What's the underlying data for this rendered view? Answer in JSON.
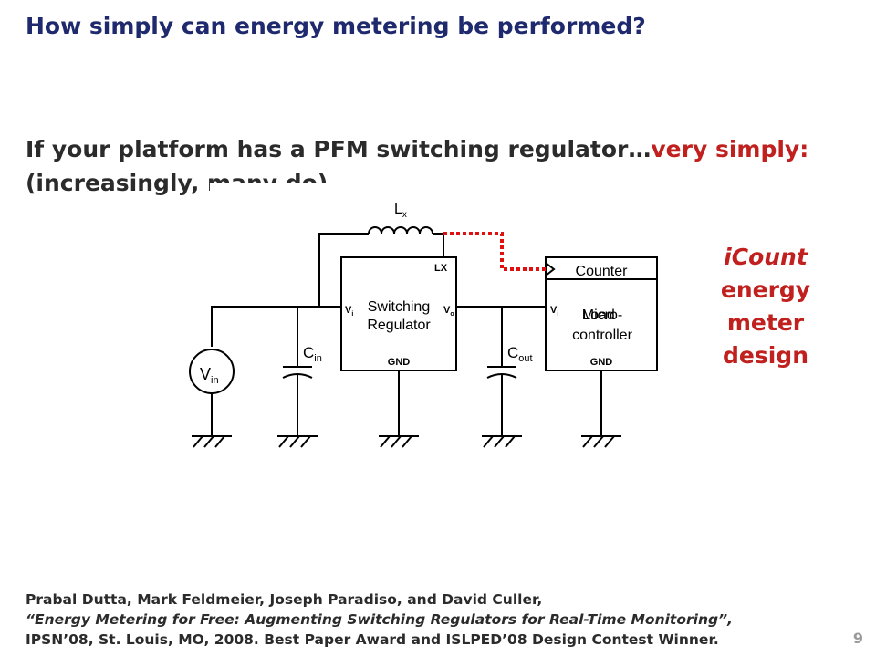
{
  "title": "How simply can energy metering be performed?",
  "lead": {
    "line1_plain": "If your platform has a PFM switching regulator…",
    "line1_accent": "very simply:",
    "line2": "(increasingly, many do)"
  },
  "side_note": {
    "line1": "iCount",
    "line2": "energy",
    "line3": "meter",
    "line4": "design"
  },
  "diagram": {
    "inductor": "L",
    "inductor_sub": "x",
    "source": "V",
    "source_sub": "in",
    "cap_in": "C",
    "cap_in_sub": "in",
    "cap_out": "C",
    "cap_out_sub": "out",
    "regulator_name_1": "Switching",
    "regulator_name_2": "Regulator",
    "reg_lx": "LX",
    "reg_vi": "V",
    "reg_vi_sub": "i",
    "reg_vo": "V",
    "reg_vo_sub": "o",
    "reg_gnd": "GND",
    "counter": "Counter",
    "mcu_name_1": "Micro-",
    "mcu_name_2": "controller",
    "mcu_overlay": "Load",
    "mcu_vi": "V",
    "mcu_vi_sub": "i",
    "mcu_gnd": "GND"
  },
  "citation": {
    "authors": "Prabal Dutta, Mark Feldmeier, Joseph Paradiso, and David Culler,",
    "paper": "“Energy Metering for Free: Augmenting Switching Regulators for Real-Time Monitoring”,",
    "venue": "IPSN’08, St. Louis, MO, 2008.  Best Paper Award and ISLPED’08 Design Contest Winner."
  },
  "page_number": "9",
  "colors": {
    "title": "#1f2a6e",
    "accent": "#c0201e",
    "dotted_line": "#e01010"
  }
}
